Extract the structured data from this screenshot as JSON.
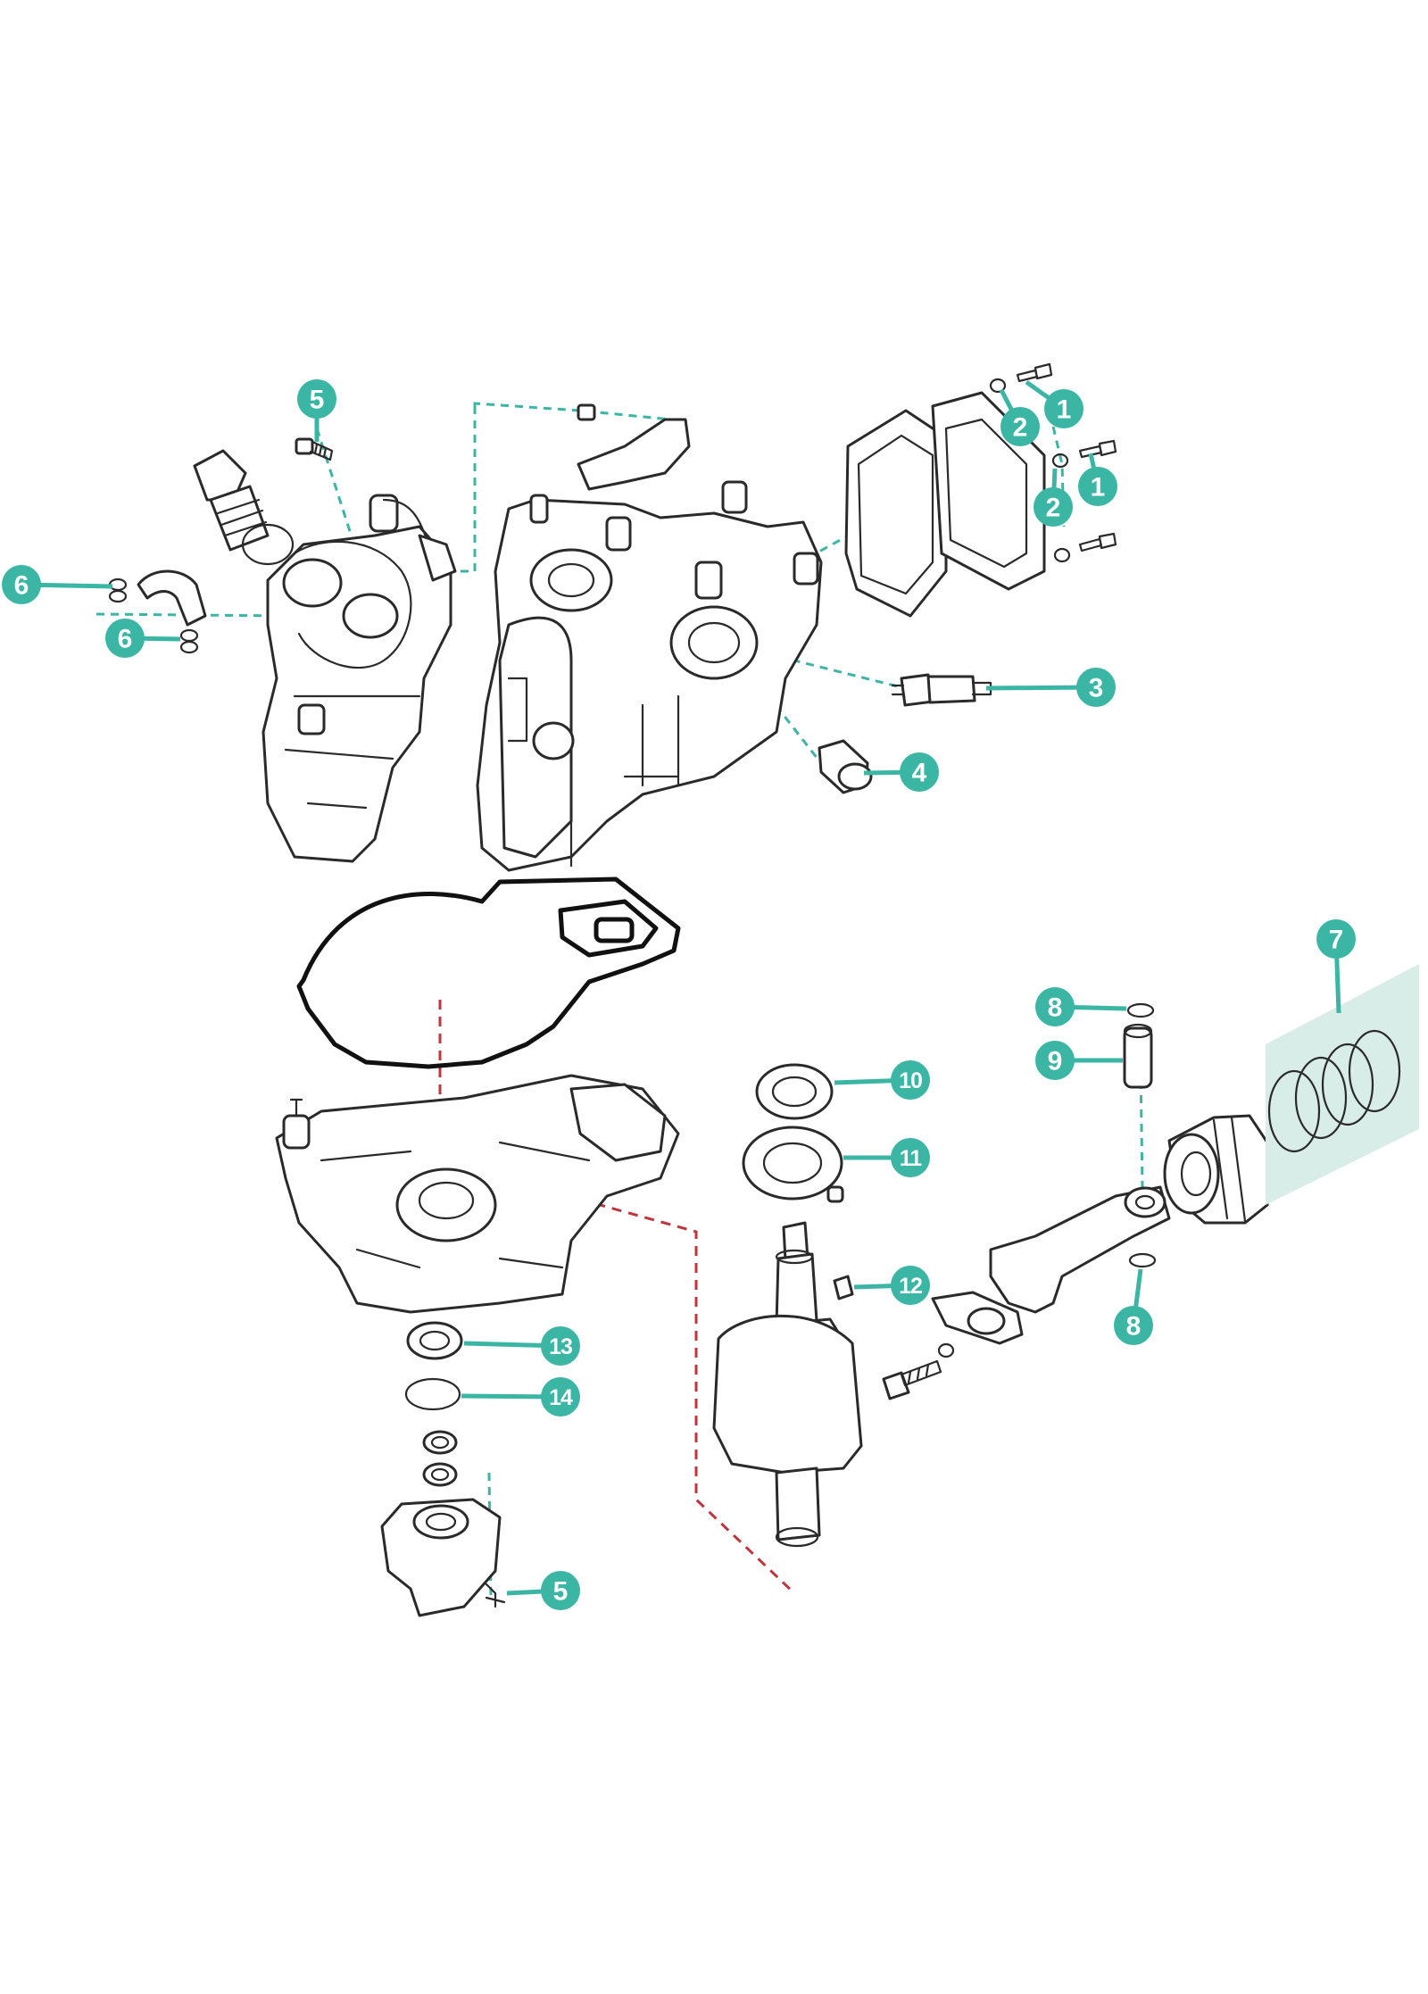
{
  "colors": {
    "callout": "#3cb6a4",
    "leader_teal": "#3cb6a4",
    "leader_red": "#c0343c",
    "line_art": "#2a2a2a",
    "ring_highlight": "#d8ece8"
  },
  "callouts": [
    {
      "id": "c1a",
      "label": "1"
    },
    {
      "id": "c1b",
      "label": "1"
    },
    {
      "id": "c2a",
      "label": "2"
    },
    {
      "id": "c2b",
      "label": "2"
    },
    {
      "id": "c3",
      "label": "3"
    },
    {
      "id": "c4",
      "label": "4"
    },
    {
      "id": "c5a",
      "label": "5"
    },
    {
      "id": "c5b",
      "label": "5"
    },
    {
      "id": "c6a",
      "label": "6"
    },
    {
      "id": "c6b",
      "label": "6"
    },
    {
      "id": "c7",
      "label": "7"
    },
    {
      "id": "c8a",
      "label": "8"
    },
    {
      "id": "c8b",
      "label": "8"
    },
    {
      "id": "c9",
      "label": "9"
    },
    {
      "id": "c10",
      "label": "10"
    },
    {
      "id": "c11",
      "label": "11"
    },
    {
      "id": "c12",
      "label": "12"
    },
    {
      "id": "c13",
      "label": "13"
    },
    {
      "id": "c14",
      "label": "14"
    }
  ]
}
